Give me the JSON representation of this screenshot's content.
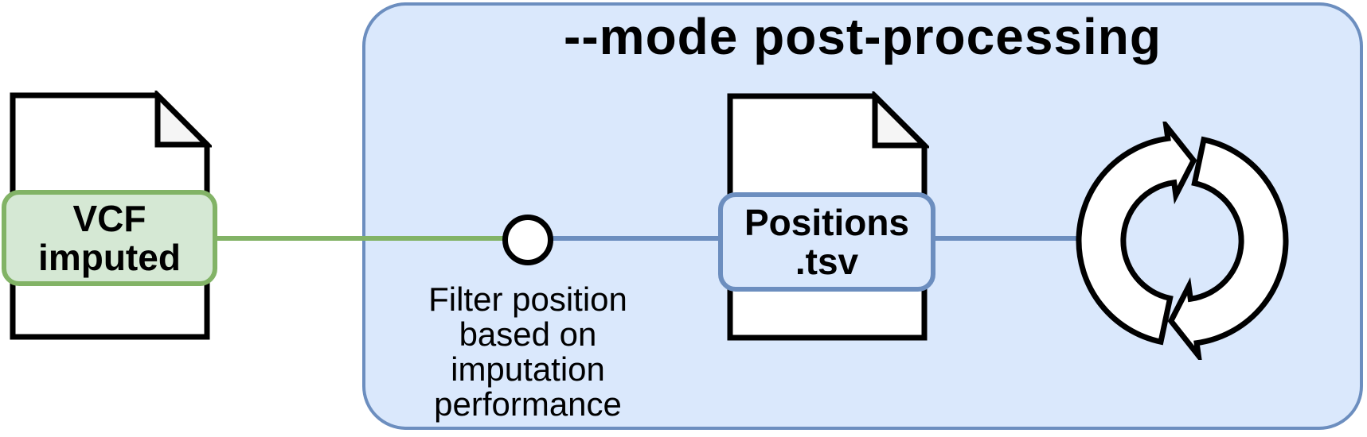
{
  "diagram": {
    "container": {
      "title": "--mode post-processing"
    },
    "nodes": {
      "vcf_file": {
        "type": "document",
        "label_lines": [
          "VCF",
          "imputed"
        ]
      },
      "filter_step": {
        "type": "process-circle",
        "caption_lines": [
          "Filter position",
          "based on",
          "imputation",
          "performance"
        ]
      },
      "positions_file": {
        "type": "document",
        "label_lines": [
          "Positions",
          ".tsv"
        ]
      },
      "loop_step": {
        "type": "refresh-loop-icon"
      }
    },
    "edges": [
      {
        "from": "vcf_file",
        "to": "filter_step",
        "color": "#82b366"
      },
      {
        "from": "filter_step",
        "to": "positions_file",
        "color": "#6c8ebf"
      },
      {
        "from": "positions_file",
        "to": "loop_step",
        "color": "#6c8ebf"
      }
    ],
    "colors": {
      "container_fill": "#dae8fc",
      "container_stroke": "#6c8ebf",
      "green_fill": "#d5e8d4",
      "green_stroke": "#82b366",
      "blue_fill": "#dae8fc",
      "blue_stroke": "#6c8ebf",
      "doc_stroke": "#000000",
      "doc_fold_fill": "#f5f5f5",
      "text": "#000000"
    }
  }
}
